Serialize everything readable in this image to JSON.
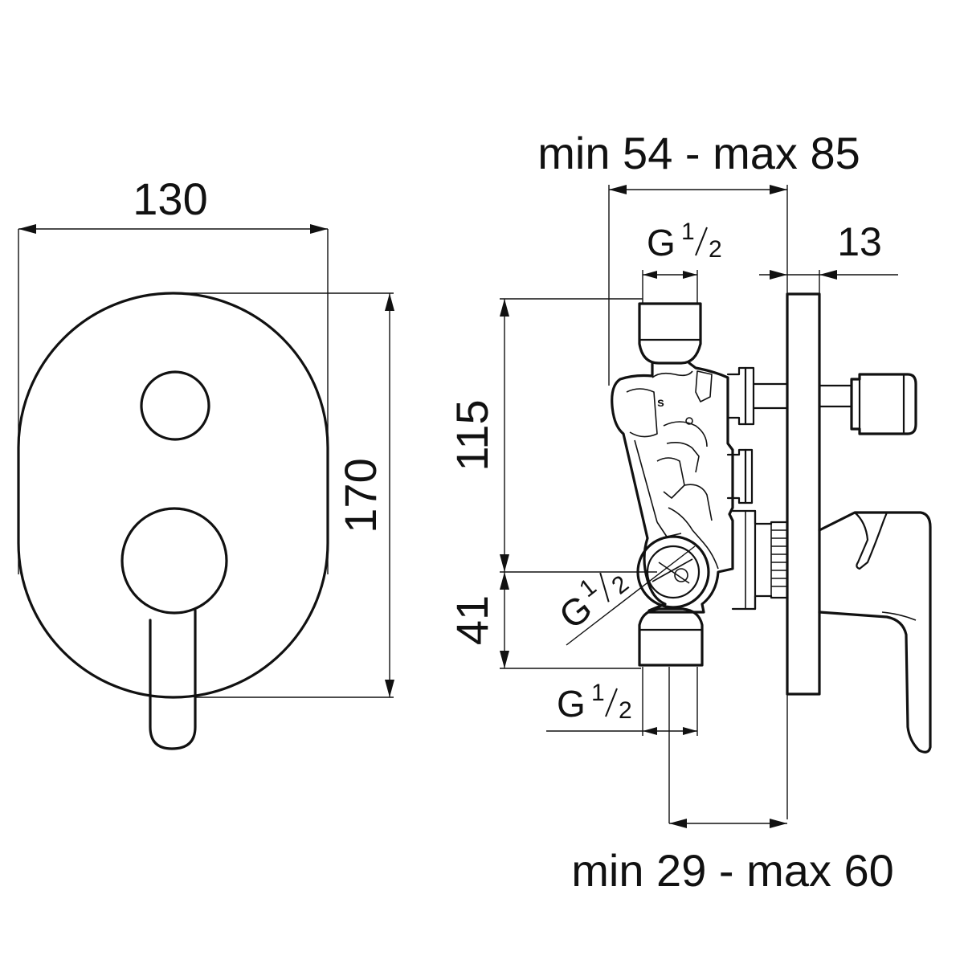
{
  "front_view": {
    "width_label": "130",
    "height_label": "170"
  },
  "side_view": {
    "depth_label": "min 54 - max 85",
    "plate_label": "13",
    "top_height_label": "115",
    "bottom_height_label": "41",
    "offset_label": "min 29 - max 60",
    "thread_top": {
      "g": "G",
      "num": "1",
      "den": "2"
    },
    "thread_side": {
      "g": "G",
      "num": "1",
      "den": "2"
    },
    "thread_bottom": {
      "g": "G",
      "num": "1",
      "den": "2"
    },
    "body_mark": "s"
  }
}
